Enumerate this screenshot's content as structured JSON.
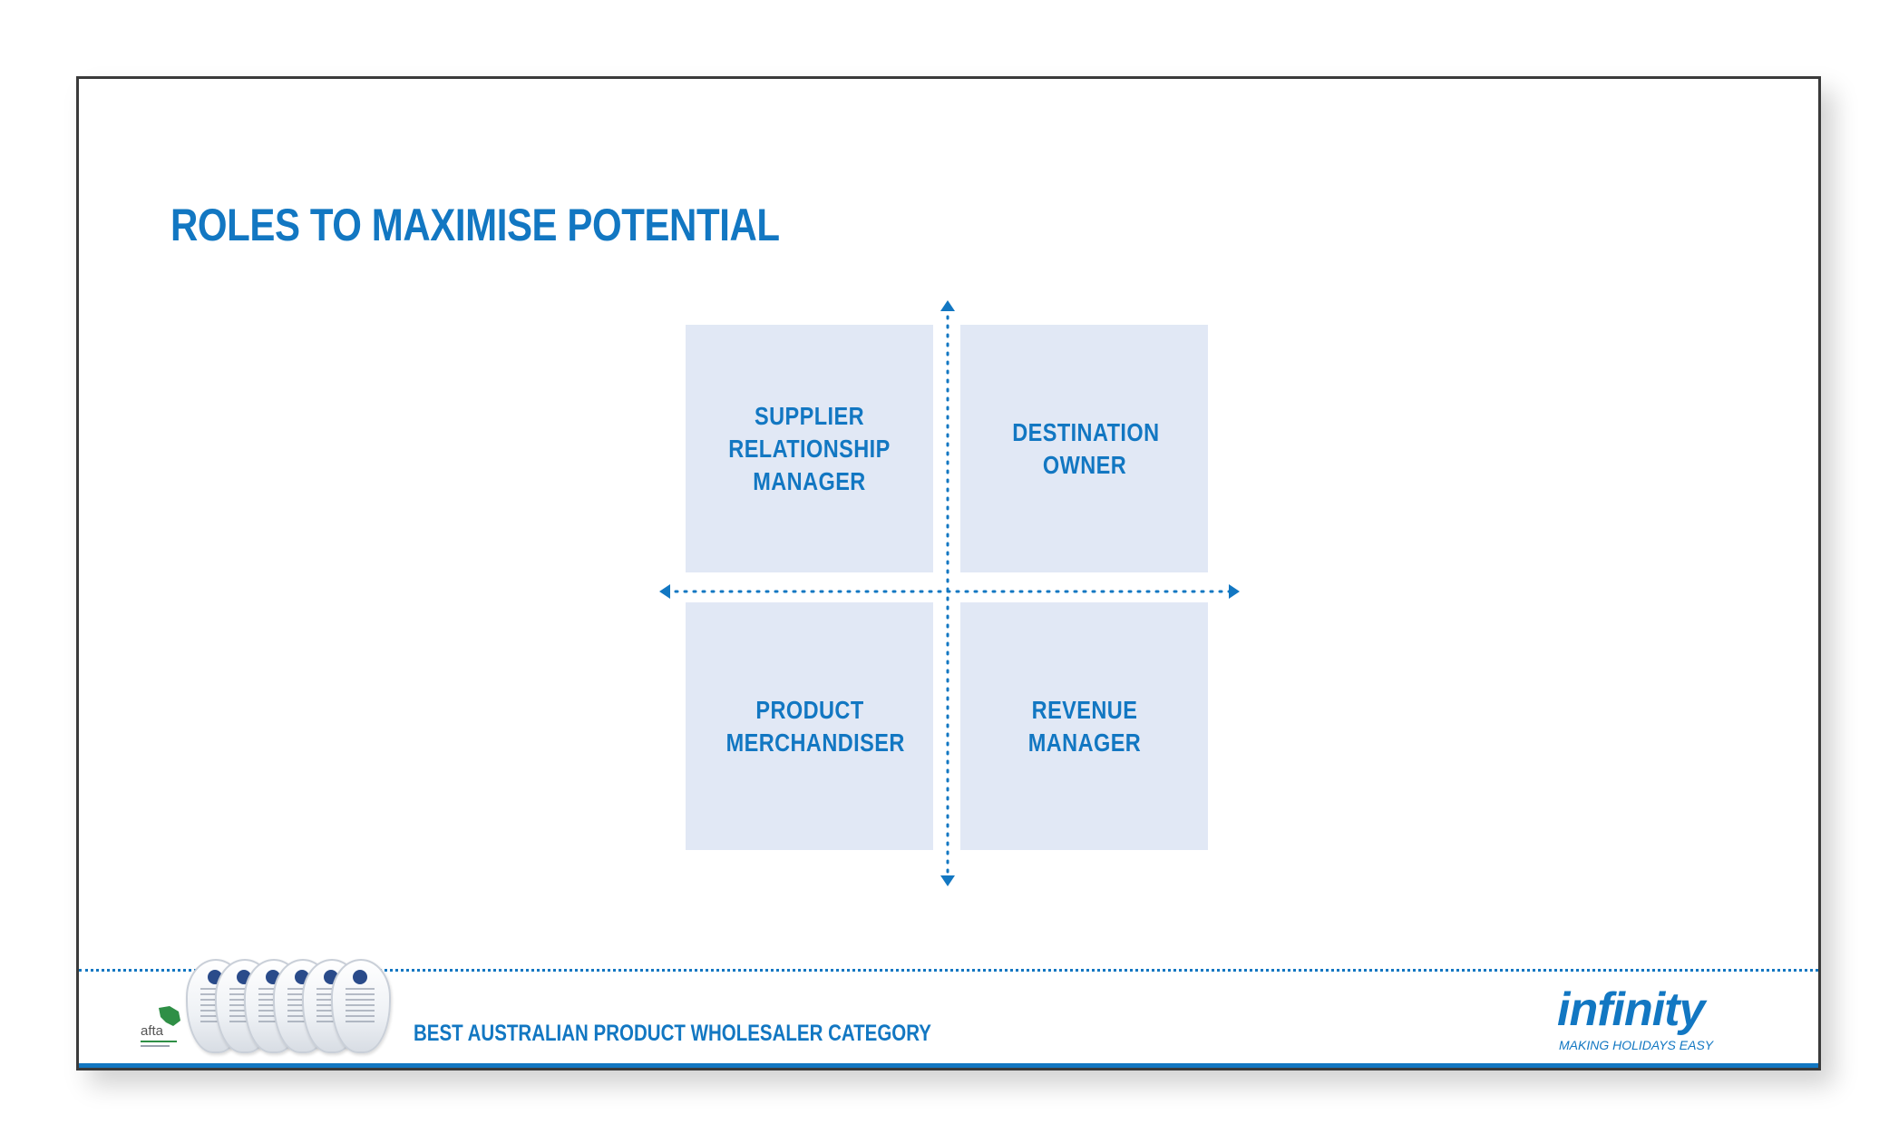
{
  "slide": {
    "title": "ROLES TO MAXIMISE POTENTIAL"
  },
  "quadrants": {
    "top_left": {
      "label": "SUPPLIER RELATIONSHIP MANAGER"
    },
    "top_right": {
      "label": "DESTINATION OWNER"
    },
    "bottom_left": {
      "label": "PRODUCT MERCHANDISER"
    },
    "bottom_right": {
      "label": "REVENUE MANAGER"
    }
  },
  "footer": {
    "award_logo_text": "afta",
    "award_count": 6,
    "caption": "BEST AUSTRALIAN PRODUCT WHOLESALER CATEGORY",
    "brand": {
      "name": "infinity",
      "tagline": "MAKING HOLIDAYS EASY"
    }
  },
  "colors": {
    "accent": "#1277c2",
    "quadrant_fill": "#e1e8f5",
    "afta_green": "#2f8f46"
  }
}
